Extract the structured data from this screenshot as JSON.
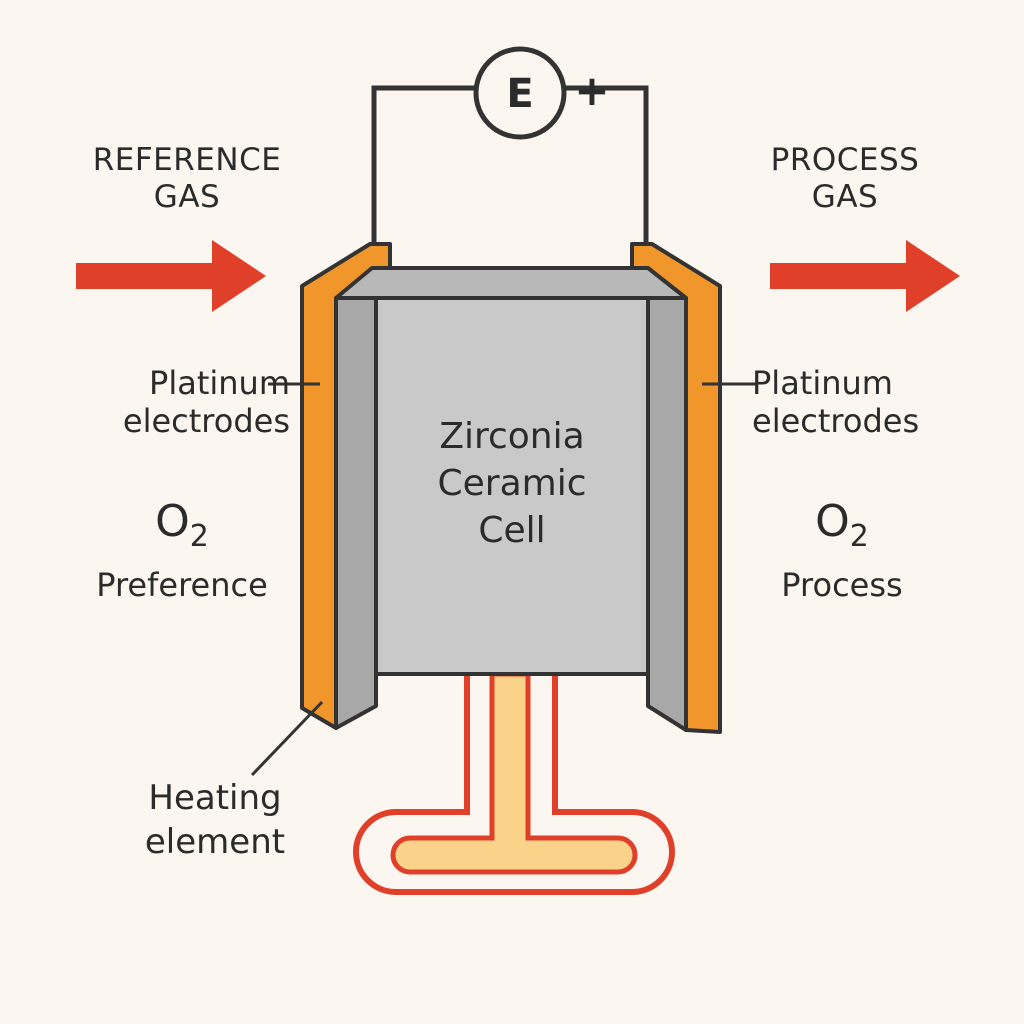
{
  "reference": {
    "gas_line1": "REFERENCE",
    "gas_line2": "GAS"
  },
  "process": {
    "gas_line1": "PROCESS",
    "gas_line2": "GAS"
  },
  "left_electrode": {
    "line1": "Platinum",
    "line2": "electrodes"
  },
  "right_electrode": {
    "line1": "Platinum",
    "line2": "electrodes"
  },
  "left_o2": {
    "symbol": "O",
    "subscript": "2",
    "name": "Preference"
  },
  "right_o2": {
    "symbol": "O",
    "subscript": "2",
    "name": "Process"
  },
  "cell": {
    "line1": "Zirconia",
    "line2": "Ceramic",
    "line3": "Cell"
  },
  "heater": {
    "line1": "Heating",
    "line2": "element"
  },
  "meter": {
    "letter": "E",
    "polarity": "+"
  },
  "colors": {
    "background": "#fbf7f0",
    "arrow": "#e0402a",
    "electrode": "#f0962a",
    "ceramic": "#c9c9c9",
    "ceramic_dark": "#a8a8a8",
    "outline": "#333333",
    "heater_outer": "#e0402a",
    "heater_inner": "#fbd28a"
  }
}
